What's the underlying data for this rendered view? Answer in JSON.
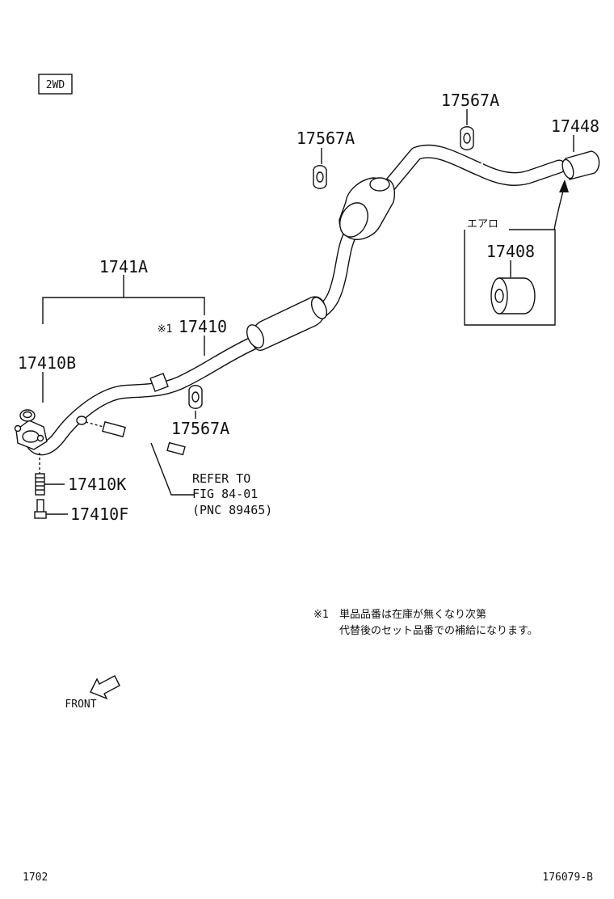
{
  "drive_badge": "2WD",
  "parts": {
    "hanger_top": "17567A",
    "hanger_mid": "17567A",
    "hanger_low": "17567A",
    "tail_pipe": "17448",
    "assembly": "1741A",
    "front_pipe": "17410",
    "front_pipe_mark": "※1",
    "gasket": "17410B",
    "stud": "17410K",
    "bolt": "17410F",
    "inset_part": "17408"
  },
  "inset_caption": "エアロ",
  "refer": {
    "line1": "REFER TO",
    "line2": "FIG 84-01",
    "line3": "(PNC 89465)"
  },
  "note": {
    "mark": "※1",
    "line1": "単品品番は在庫が無くなり次第",
    "line2": "代替後のセット品番での補給になります。"
  },
  "front_label": "FRONT",
  "footer": {
    "left": "1702",
    "right": "176079-B"
  }
}
